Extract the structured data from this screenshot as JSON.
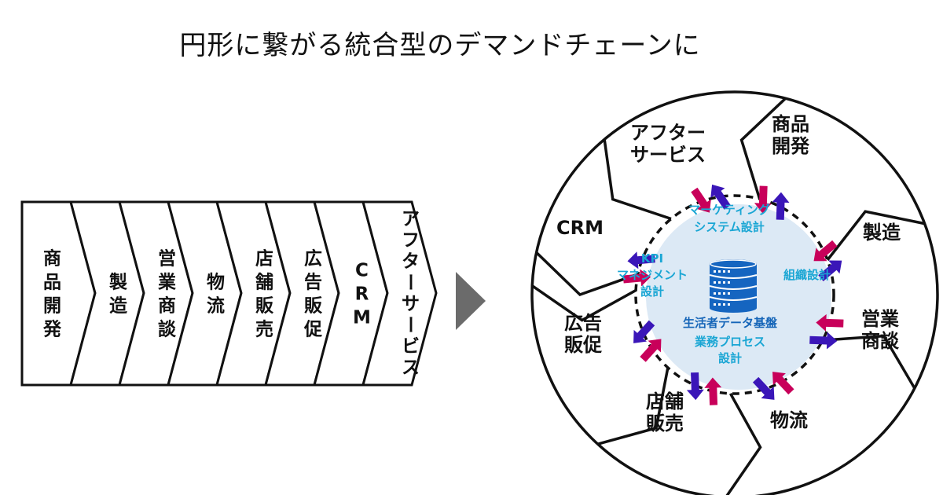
{
  "title": "円形に繋がる統合型のデマンドチェーンに",
  "colors": {
    "outline": "#111111",
    "arrow_in": "#c8005a",
    "arrow_out": "#3a16b8",
    "core_fill": "#dce9f5",
    "core_text_light": "#1aa6d4",
    "core_text_dark": "#1565b8",
    "db_icon": "#1565c0",
    "transition_arrow": "#6b6b6b"
  },
  "linear_chain": {
    "stages": [
      {
        "label": "商品開発",
        "chars": [
          "商",
          "品",
          "開",
          "発"
        ]
      },
      {
        "label": "製造",
        "chars": [
          "製",
          "造"
        ]
      },
      {
        "label": "営業商談",
        "chars": [
          "営",
          "業",
          "商",
          "談"
        ]
      },
      {
        "label": "物流",
        "chars": [
          "物",
          "流"
        ]
      },
      {
        "label": "店舗販売",
        "chars": [
          "店",
          "舗",
          "販",
          "売"
        ]
      },
      {
        "label": "広告販促",
        "chars": [
          "広",
          "告",
          "販",
          "促"
        ]
      },
      {
        "label": "CRM",
        "chars": [
          "C",
          "R",
          "M"
        ]
      },
      {
        "label": "アフターサービス",
        "chars": [
          "ア",
          "フ",
          "タ",
          "ー",
          "サ",
          "ー",
          "ビ",
          "ス"
        ]
      }
    ]
  },
  "transition_icon": "play-triangle-icon",
  "circular_chain": {
    "segments": [
      {
        "label_lines": [
          "商品",
          "開発"
        ]
      },
      {
        "label_lines": [
          "製造"
        ]
      },
      {
        "label_lines": [
          "営業",
          "商談"
        ]
      },
      {
        "label_lines": [
          "物流"
        ]
      },
      {
        "label_lines": [
          "店舗",
          "販売"
        ]
      },
      {
        "label_lines": [
          "広告",
          "販促"
        ]
      },
      {
        "label_lines": [
          "CRM"
        ]
      },
      {
        "label_lines": [
          "アフター",
          "サービス"
        ]
      }
    ],
    "core": {
      "icon": "database-icon",
      "top": [
        "マーケティング",
        "システム設計"
      ],
      "left": [
        "KPI",
        "マネジメント",
        "設計"
      ],
      "right": [
        "組織設計"
      ],
      "center": [
        "生活者データ基盤"
      ],
      "bottom": [
        "業務プロセス",
        "設計"
      ]
    }
  }
}
